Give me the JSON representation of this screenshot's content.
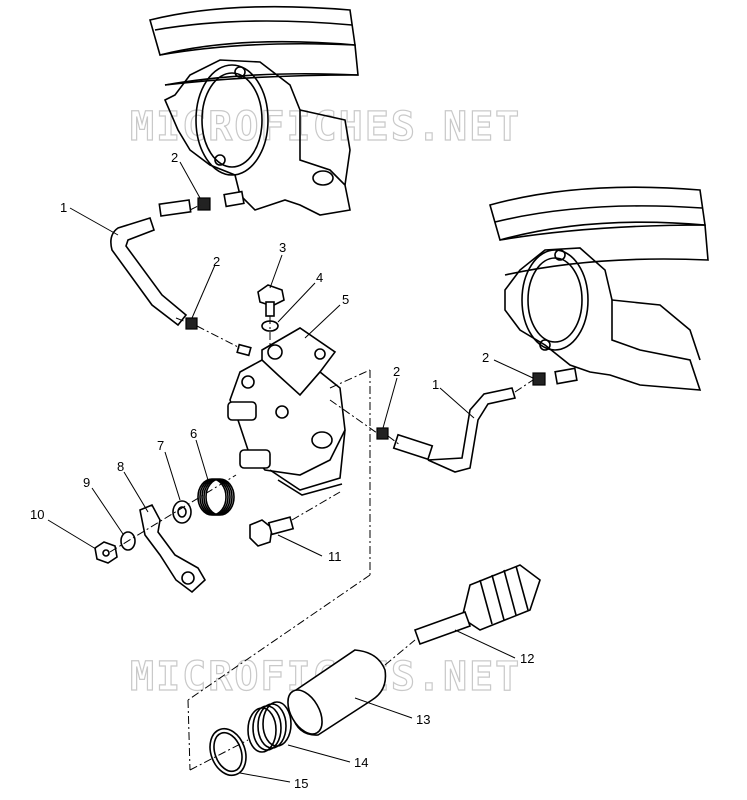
{
  "watermark_text": "MICROFICHES.NET",
  "callouts": [
    {
      "id": "c1a",
      "label": "1"
    },
    {
      "id": "c1b",
      "label": "1"
    },
    {
      "id": "c2a",
      "label": "2"
    },
    {
      "id": "c2b",
      "label": "2"
    },
    {
      "id": "c2c",
      "label": "2"
    },
    {
      "id": "c2d",
      "label": "2"
    },
    {
      "id": "c3",
      "label": "3"
    },
    {
      "id": "c4",
      "label": "4"
    },
    {
      "id": "c5",
      "label": "5"
    },
    {
      "id": "c6",
      "label": "6"
    },
    {
      "id": "c7",
      "label": "7"
    },
    {
      "id": "c8",
      "label": "8"
    },
    {
      "id": "c9",
      "label": "9"
    },
    {
      "id": "c10",
      "label": "10"
    },
    {
      "id": "c11",
      "label": "11"
    },
    {
      "id": "c12",
      "label": "12"
    },
    {
      "id": "c13",
      "label": "13"
    },
    {
      "id": "c14",
      "label": "14"
    },
    {
      "id": "c15",
      "label": "15"
    }
  ]
}
